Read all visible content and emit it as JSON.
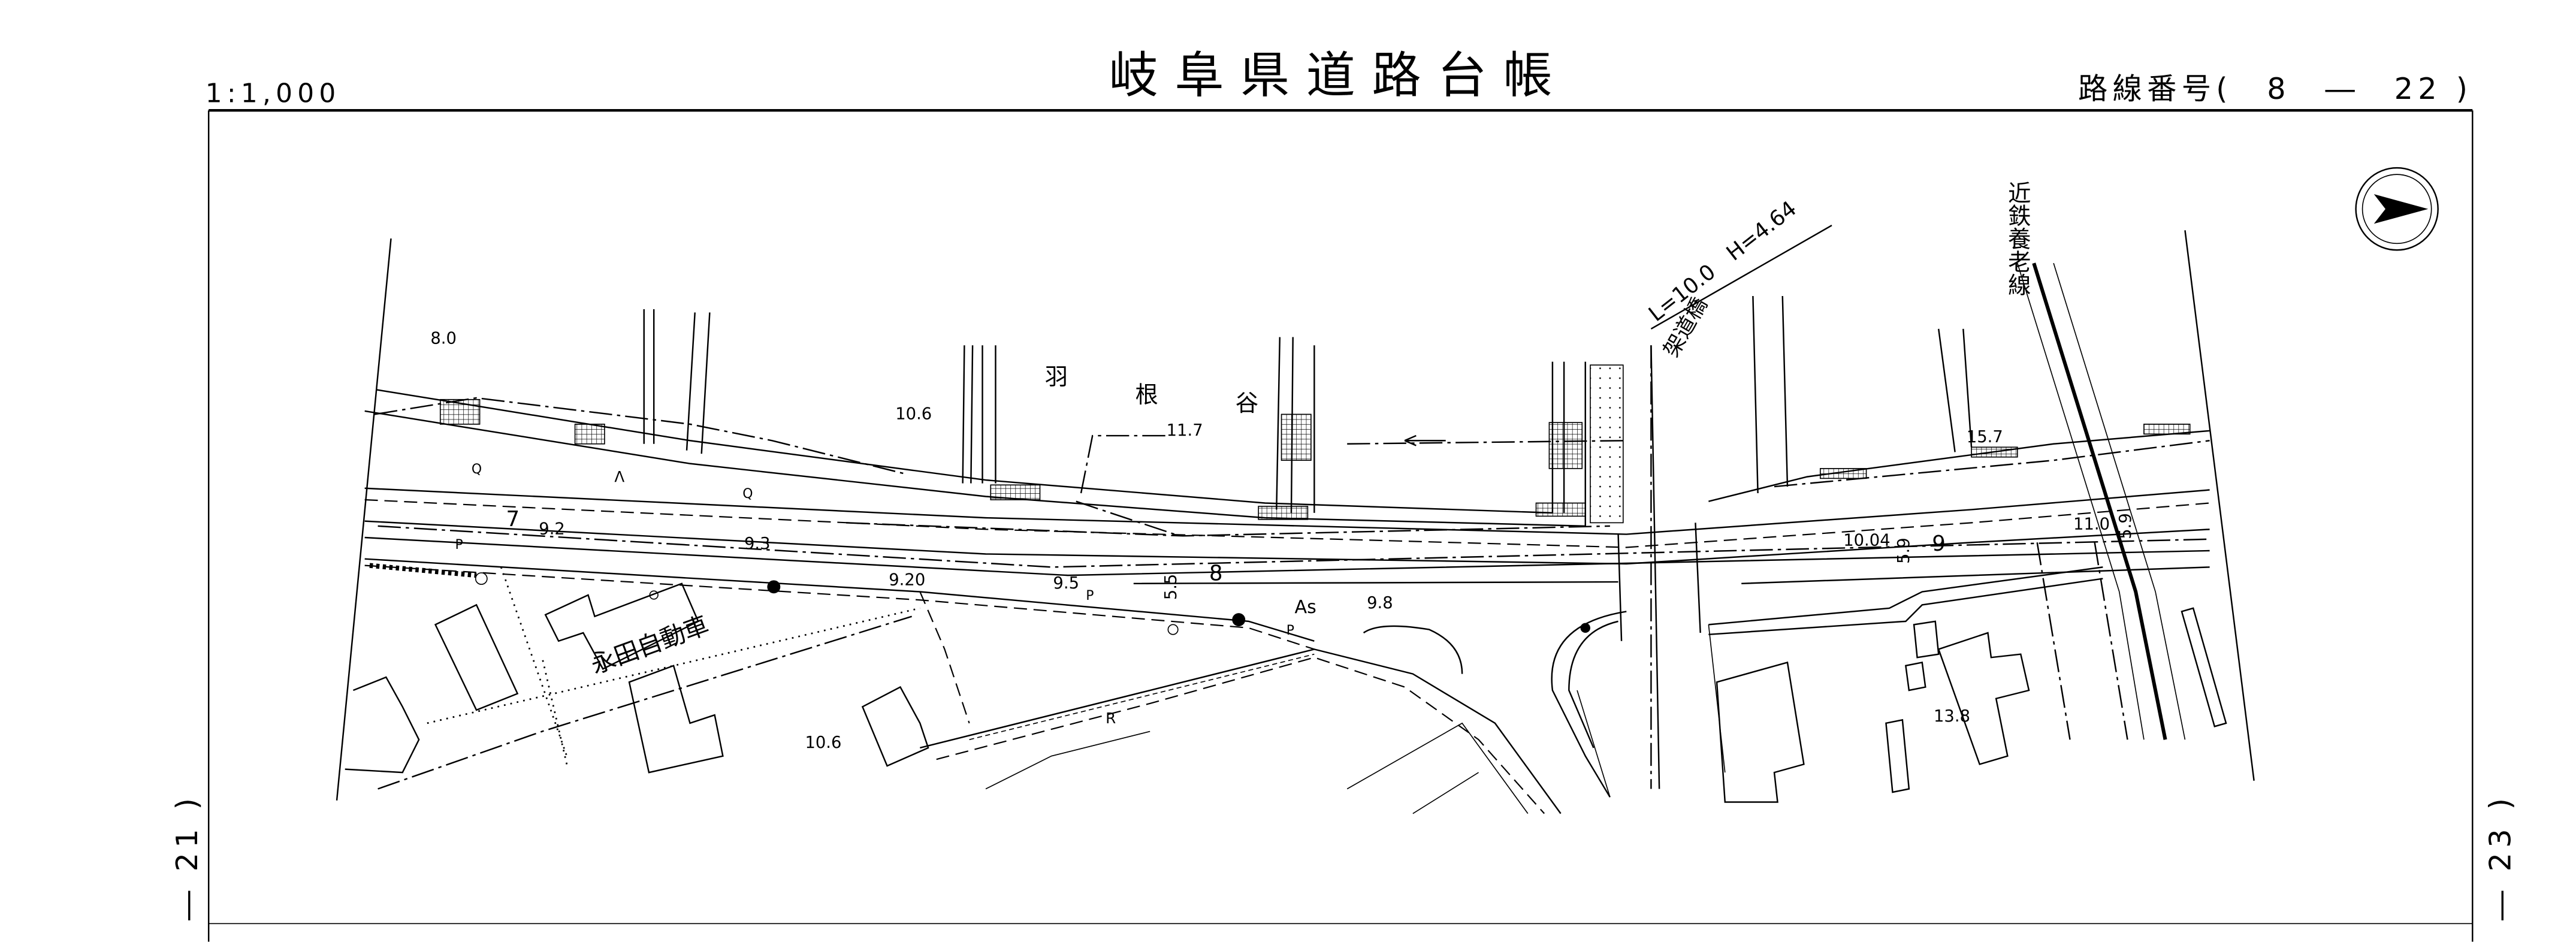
{
  "header": {
    "scale": "1:1,000",
    "title": "岐阜県道路台帳",
    "route_number_label": "路線番号(　8　―　22 )"
  },
  "margins": {
    "prev_sheet": "― 21 )",
    "next_sheet": "― 23 )"
  },
  "icons": {
    "north_arrow": "north-arrow-icon"
  },
  "map": {
    "place_names": {
      "river_1": "羽",
      "river_2": "根",
      "river_3": "谷",
      "railway": "近鉄養老線",
      "bridge": "架道橋",
      "bridge_dims": "L=10.0　H=4.64",
      "business": "永田自動車"
    },
    "elevations": [
      "8.0",
      "10.6",
      "11.7",
      "15.7",
      "9.2",
      "9.3",
      "9.20",
      "9.5",
      "9.8",
      "10.04",
      "11.0",
      "13.8",
      "10.6"
    ],
    "widths": [
      "5.5",
      "5.9",
      "5.9"
    ],
    "markers": {
      "km_7": "7",
      "km_8": "8",
      "km_9": "9",
      "pavement": "As",
      "p1": "P",
      "p2": "P",
      "p3": "P",
      "q1": "Q",
      "q2": "Q",
      "lambda": "Λ",
      "r": "R"
    }
  }
}
